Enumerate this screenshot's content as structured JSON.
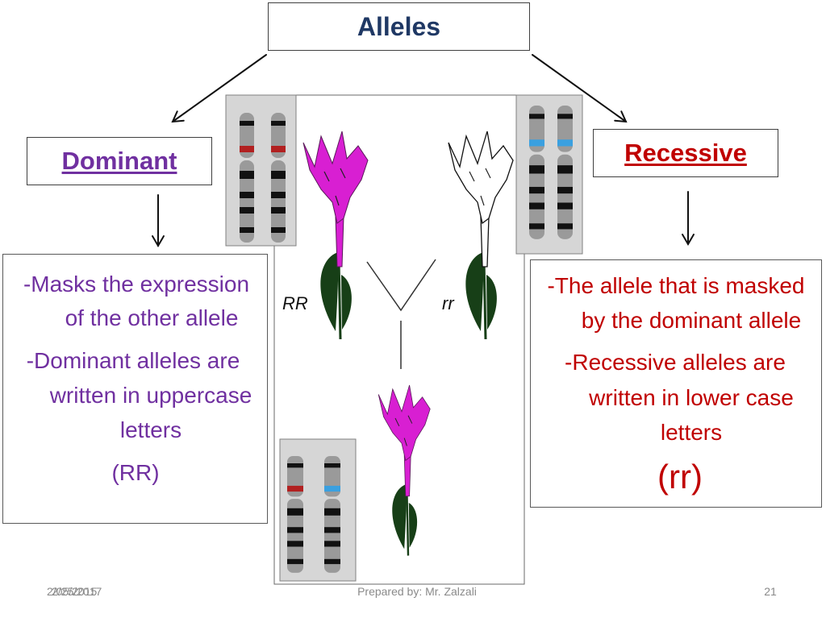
{
  "title": "Alleles",
  "dominant": {
    "heading": "Dominant",
    "lines": [
      "-Masks the expression",
      "of the other allele",
      "-Dominant alleles are",
      "written in uppercase",
      "letters",
      "(RR)"
    ]
  },
  "recessive": {
    "heading": "Recessive",
    "lines": [
      "-The allele that is masked",
      "by the dominant allele",
      "-Recessive alleles are",
      "written in lower case",
      "letters",
      "(rr)"
    ]
  },
  "figure": {
    "genotype_dominant": "RR",
    "genotype_recessive": "rr"
  },
  "footer": {
    "dates": [
      "2/05/2015",
      "2/25/2017"
    ],
    "author": "Prepared by: Mr. Zalzali",
    "slide_number": "21"
  },
  "colors": {
    "title": "#1f3864",
    "dominant": "#7030a0",
    "recessive": "#c00000",
    "magenta": "#d81fd2",
    "leaf": "#173f17",
    "chrom": "#9a9a9a",
    "band-red": "#b22020",
    "band-blue": "#3aa0e0",
    "footer": "#8a8a8a"
  }
}
